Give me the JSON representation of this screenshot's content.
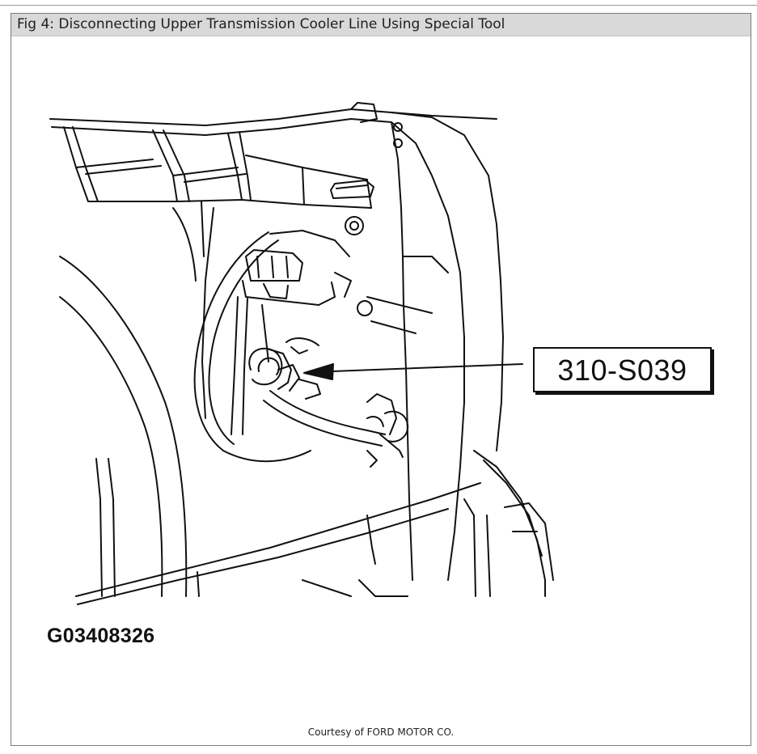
{
  "figure": {
    "caption": "Fig 4: Disconnecting Upper Transmission Cooler Line Using Special Tool",
    "callout_label": "310-S039",
    "figure_id": "G03408326",
    "credit": "Courtesy of FORD MOTOR CO."
  },
  "colors": {
    "ink": "#111111",
    "caption_bar": "#d9d9d9",
    "frame_border": "#7a7a7a"
  }
}
